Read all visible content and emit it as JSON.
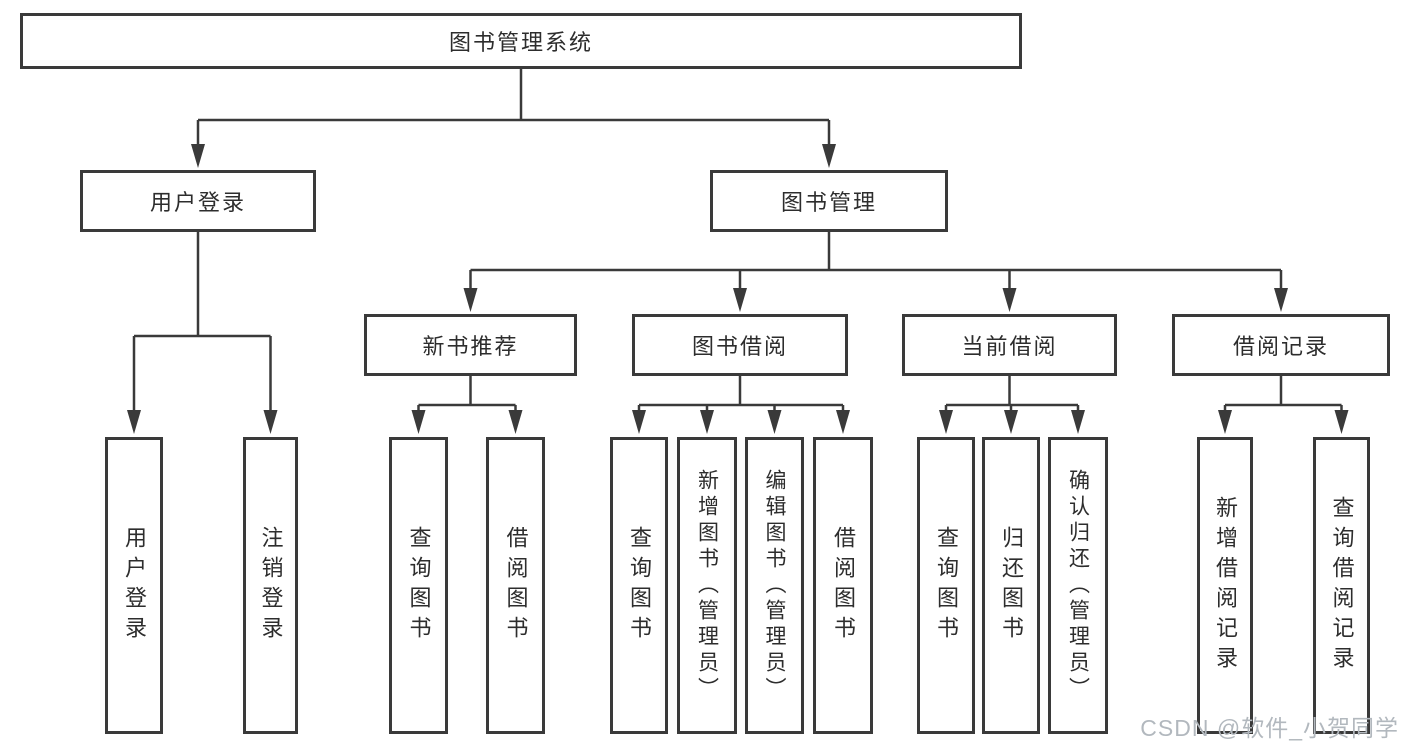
{
  "diagram": {
    "root": {
      "label": "图书管理系统"
    },
    "level2": [
      {
        "label": "用户登录"
      },
      {
        "label": "图书管理"
      }
    ],
    "level3": [
      {
        "label": "新书推荐"
      },
      {
        "label": "图书借阅"
      },
      {
        "label": "当前借阅"
      },
      {
        "label": "借阅记录"
      }
    ],
    "leaves": [
      {
        "label": "用户登录"
      },
      {
        "label": "注销登录"
      },
      {
        "label": "查询图书"
      },
      {
        "label": "借阅图书"
      },
      {
        "label": "查询图书"
      },
      {
        "label": "新增图书（管理员）"
      },
      {
        "label": "编辑图书（管理员）"
      },
      {
        "label": "借阅图书"
      },
      {
        "label": "查询图书"
      },
      {
        "label": "归还图书"
      },
      {
        "label": "确认归还（管理员）"
      },
      {
        "label": "新增借阅记录"
      },
      {
        "label": "查询借阅记录"
      }
    ],
    "colors": {
      "line": "#3a3a3a",
      "box_border": "#3a3a3a",
      "text": "#2d2d2d",
      "watermark": "#b2b8be",
      "background": "#ffffff"
    },
    "watermark": "CSDN @软件_小贺同学"
  }
}
